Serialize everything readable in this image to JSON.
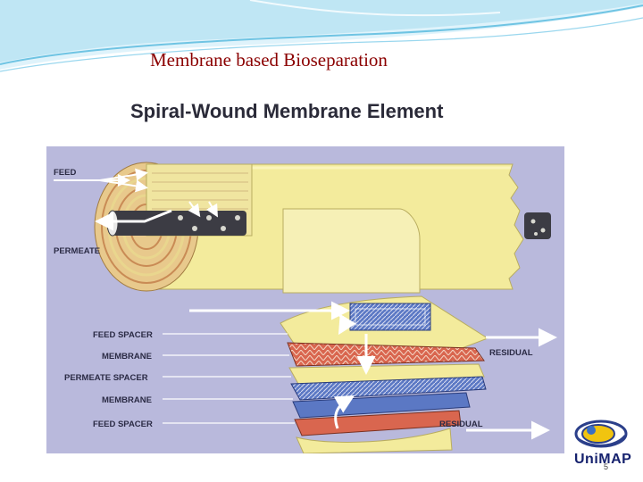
{
  "slide": {
    "title": "Membrane based Bioseparation",
    "page_number": "5"
  },
  "figure": {
    "heading": "Spiral-Wound Membrane Element",
    "labels": {
      "feed": "FEED",
      "permeate": "PERMEATE",
      "feed_spacer_top": "FEED SPACER",
      "membrane_top": "MEMBRANE",
      "permeate_spacer": "PERMEATE SPACER",
      "membrane_bottom": "MEMBRANE",
      "feed_spacer_bottom": "FEED SPACER",
      "residual_top": "RESIDUAL",
      "residual_bottom": "RESIDUAL"
    }
  },
  "logo": {
    "text": "UniMAP"
  },
  "colors": {
    "title": "#8b0000",
    "diagram_background": "#b9b9dc",
    "membrane_yellow": "#f3eb9c",
    "feed_spacer_red": "#d9664f",
    "membrane_blue": "#5b78c4"
  }
}
